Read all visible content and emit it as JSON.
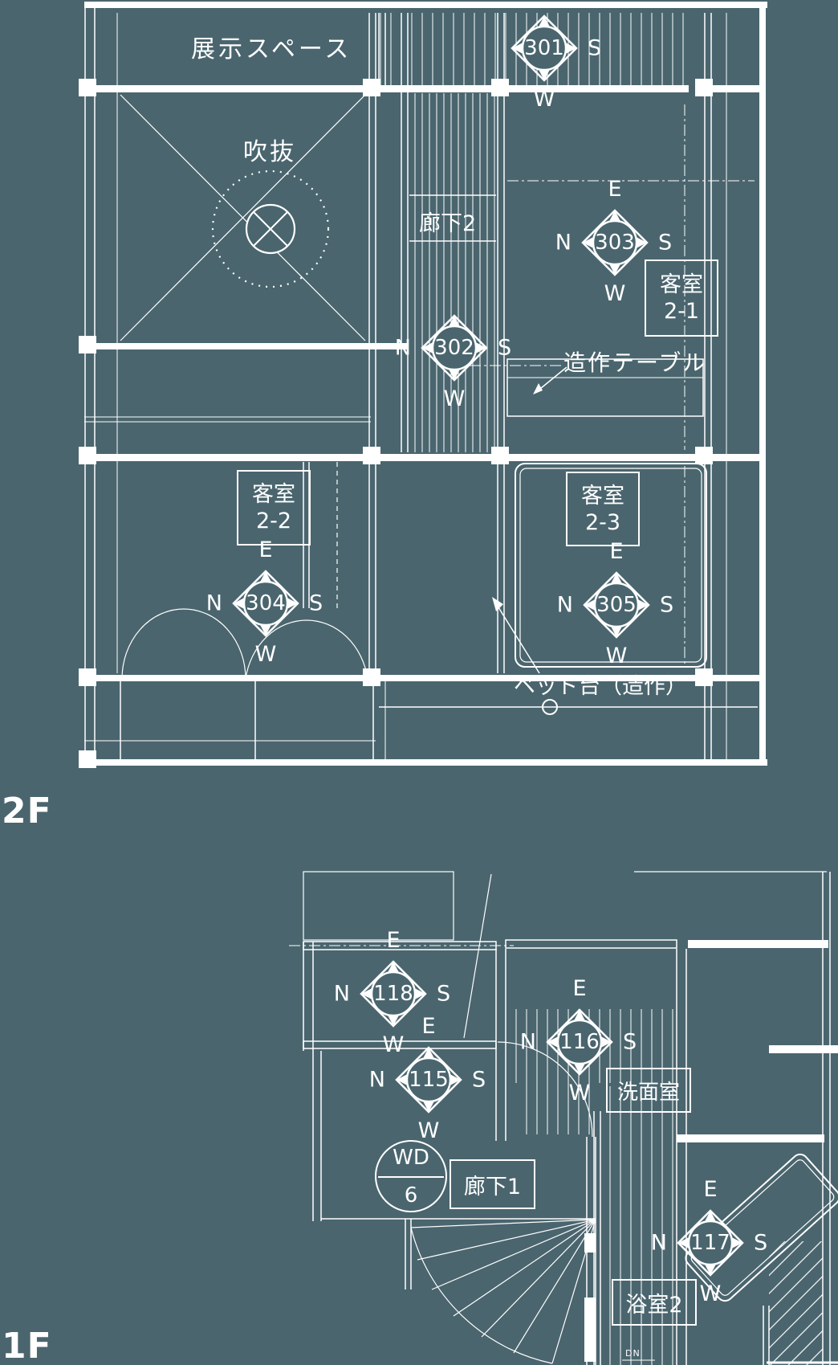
{
  "colors": {
    "background": "#4a656e",
    "line": "#ffffff"
  },
  "floor2": {
    "floor_label": "2F",
    "exhibition": "展示スペース",
    "void_label": "吹抜",
    "corridor": "廊下2",
    "room21_line1": "客室",
    "room21_line2": "2-1",
    "room22_line1": "客室",
    "room22_line2": "2-2",
    "room23_line1": "客室",
    "room23_line2": "2-3",
    "table_note": "造作テーブル",
    "bed_note": "ベッド台（造作）"
  },
  "floor1": {
    "floor_label": "1F",
    "corridor": "廊下1",
    "washroom": "洗面室",
    "bath": "浴室2",
    "wd_label": "WD",
    "wd_count": "6",
    "dn": "DN"
  },
  "markers": [
    {
      "num": "301",
      "e": "",
      "n": "",
      "s": "S",
      "w": "W"
    },
    {
      "num": "302",
      "e": "",
      "n": "N",
      "s": "S",
      "w": "W"
    },
    {
      "num": "303",
      "e": "E",
      "n": "N",
      "s": "S",
      "w": "W"
    },
    {
      "num": "304",
      "e": "E",
      "n": "N",
      "s": "S",
      "w": "W"
    },
    {
      "num": "305",
      "e": "E",
      "n": "N",
      "s": "S",
      "w": "W"
    },
    {
      "num": "118",
      "e": "E",
      "n": "N",
      "s": "S",
      "w": "W"
    },
    {
      "num": "115",
      "e": "E",
      "n": "N",
      "s": "S",
      "w": "W"
    },
    {
      "num": "116",
      "e": "E",
      "n": "N",
      "s": "S",
      "w": "W"
    },
    {
      "num": "117",
      "e": "E",
      "n": "N",
      "s": "S",
      "w": "W"
    }
  ]
}
